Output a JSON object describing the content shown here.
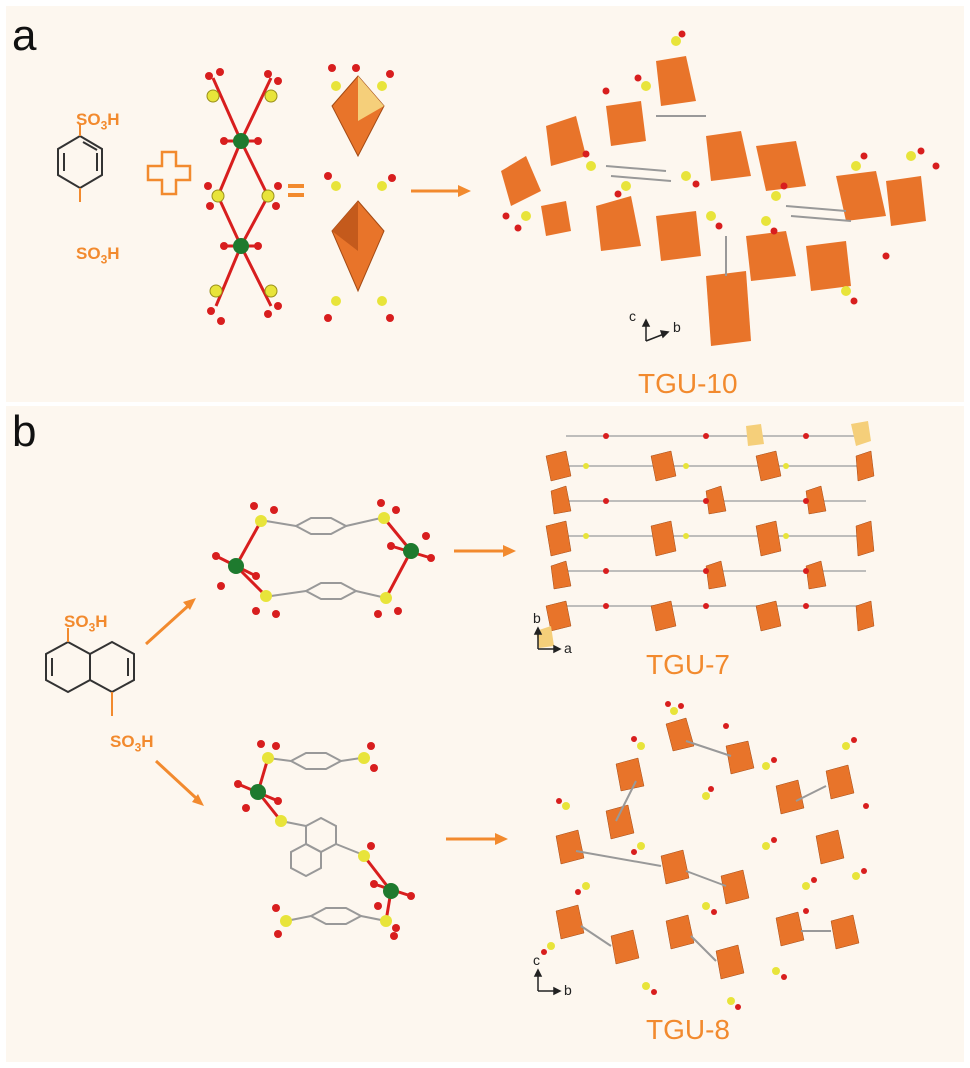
{
  "panel_a": {
    "label": "a",
    "reagent": {
      "top_group": "SO3H",
      "bottom_group": "SO3H"
    },
    "equals": "=",
    "product_name": "TGU-10",
    "axes": {
      "vertical": "c",
      "horizontal": "b"
    }
  },
  "panel_b": {
    "label": "b",
    "reagent": {
      "top_group": "SO3H",
      "bottom_group": "SO3H"
    },
    "product_top_name": "TGU-7",
    "product_top_axes": {
      "vertical": "b",
      "horizontal": "a"
    },
    "product_bottom_name": "TGU-8",
    "product_bottom_axes": {
      "vertical": "c",
      "horizontal": "b"
    }
  },
  "colors": {
    "accent_orange": "#f28a2e",
    "octahedron": "#e8742a",
    "sulfur": "#e8e43a",
    "oxygen": "#d81e1e",
    "metal": "#1e7a2e",
    "carbon": "#9a9a9a",
    "background": "#fdf7ef"
  }
}
